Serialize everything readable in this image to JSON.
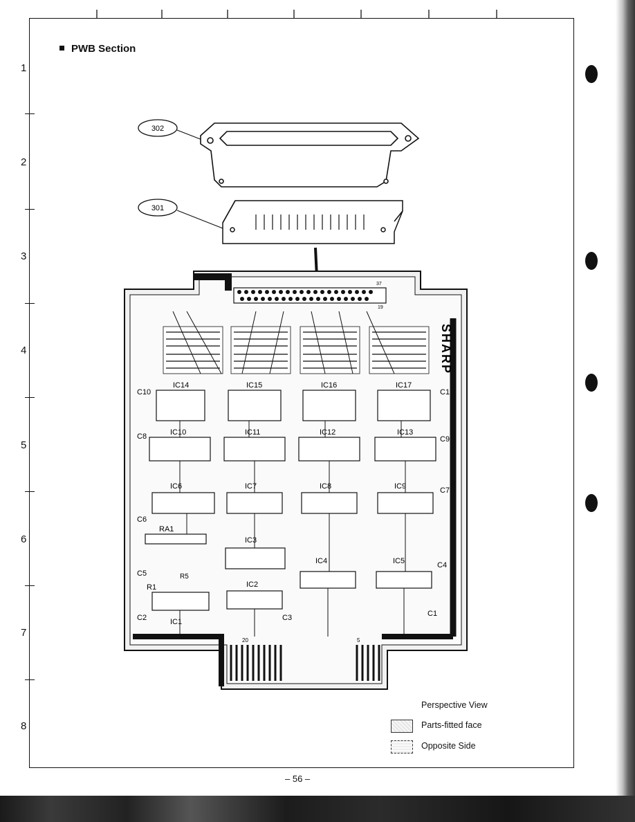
{
  "section_title": "PWB Section",
  "row_numbers": [
    "1",
    "2",
    "3",
    "4",
    "5",
    "6",
    "7",
    "8"
  ],
  "part_callouts": {
    "connector_cover": "302",
    "connector": "301"
  },
  "board": {
    "brand": "SHARP",
    "ic_labels": [
      "IC14",
      "IC15",
      "IC16",
      "IC17",
      "IC10",
      "IC11",
      "IC12",
      "IC13",
      "IC6",
      "IC7",
      "IC8",
      "IC9",
      "IC3",
      "IC4",
      "IC5",
      "IC2",
      "IC1"
    ],
    "capacitor_labels": [
      "C10",
      "C1",
      "C8",
      "C9",
      "C7",
      "C6",
      "C5",
      "C4",
      "C2",
      "C3",
      "C1"
    ],
    "resistor_labels": [
      "RA1",
      "R1",
      "R5"
    ],
    "pin_labels": [
      "37",
      "19",
      "20",
      "5"
    ]
  },
  "legend": {
    "title": "Perspective View",
    "items": [
      {
        "label": "Parts-fitted face"
      },
      {
        "label": "Opposite Side"
      }
    ]
  },
  "page_number": "– 56 –"
}
